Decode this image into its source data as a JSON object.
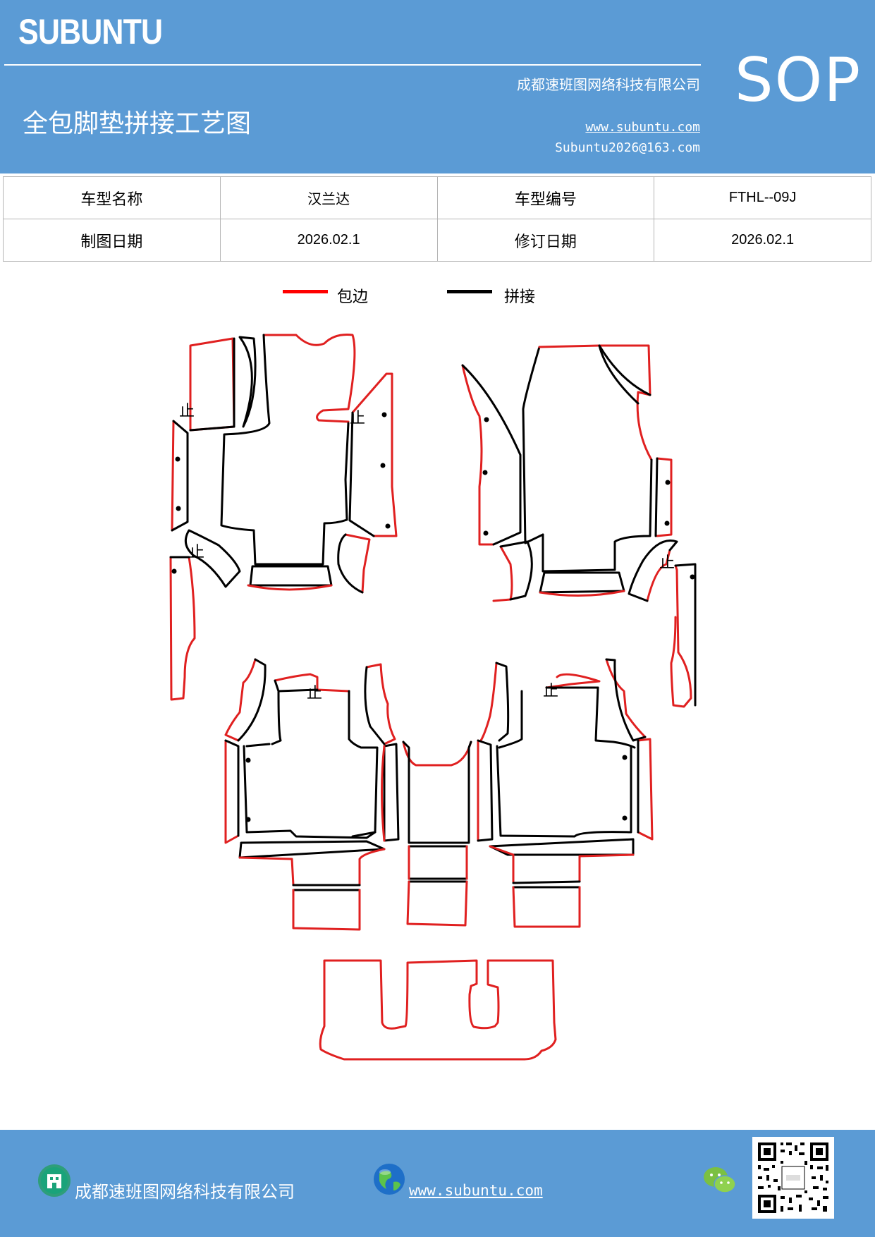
{
  "header": {
    "brand": "SUBUNTU",
    "company": "成都速班图网络科技有限公司",
    "title": "全包脚垫拼接工艺图",
    "website": "www.subuntu.com",
    "email": "Subuntu2026@163.com",
    "badge": "SOP"
  },
  "info": {
    "model_name_label": "车型名称",
    "model_name": "汉兰达",
    "model_code_label": "车型编号",
    "model_code": "FTHL--09J",
    "draw_date_label": "制图日期",
    "draw_date": "2026.02.1",
    "revise_date_label": "修订日期",
    "revise_date": "2026.02.1"
  },
  "legend": {
    "edge_label": "包边",
    "edge_color": "#e02020",
    "splice_label": "拼接",
    "splice_color": "#000000"
  },
  "diagram": {
    "stop_mark": "止"
  },
  "footer": {
    "company": "成都速班图网络科技有限公司",
    "website": "www.subuntu.com",
    "company_icon": "building-icon",
    "web_icon": "globe-icon",
    "chat_icon": "wechat-icon",
    "qr": "qr-code"
  }
}
